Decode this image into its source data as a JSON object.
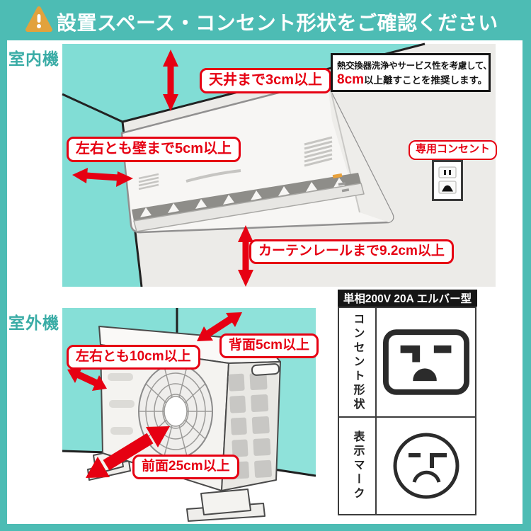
{
  "header": {
    "title": "設置スペース・コンセント形状をご確認ください",
    "warning_icon": "warning-triangle"
  },
  "colors": {
    "page_teal": "#4DBCB4",
    "wall_teal": "#84DED6",
    "accent_red": "#E60012",
    "section_label_teal": "#3AACA6",
    "led_orange": "#E8A13C"
  },
  "indoor": {
    "section_label": "室内機",
    "labels": {
      "ceiling": "天井まで3cm以上",
      "sides": "左右とも壁まで5cm以上",
      "curtain": "カーテンレールまで9.2cm以上"
    },
    "note": {
      "line1": "熱交換器洗浄やサービス性を考慮して、",
      "highlight": "8cm",
      "line2_rest": "以上離すことを推奨します。"
    },
    "outlet_label": "専用コンセント"
  },
  "outdoor": {
    "section_label": "室外機",
    "labels": {
      "sides": "左右とも10cm以上",
      "back": "背面5cm以上",
      "front": "前面25cm以上"
    }
  },
  "spec_panel": {
    "header": "単相200V 20A エルバー型",
    "rows": [
      {
        "label": "コンセント形状"
      },
      {
        "label": "表示マーク"
      }
    ]
  }
}
